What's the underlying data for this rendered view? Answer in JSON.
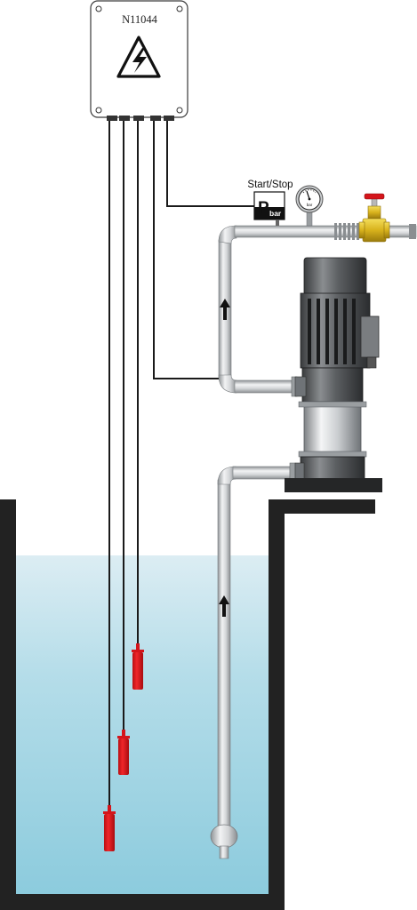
{
  "control_box": {
    "label": "N11044",
    "icon": "high-voltage-warning-icon"
  },
  "pressure_switch": {
    "label": "Start/Stop",
    "symbol_main": "P",
    "symbol_sub": "bar"
  },
  "gauge": {
    "unit": "bar",
    "icon": "pressure-gauge-icon"
  },
  "valve": {
    "icon": "gate-valve-icon"
  },
  "colors": {
    "water_top": "#dcedf3",
    "water_bottom": "#8ccbdd",
    "tank_wall": "#222222",
    "float_switch": "#e3161b",
    "pipe": "#c9ccce",
    "valve_body": "#d8b21c",
    "valve_handle": "#d4151b"
  }
}
